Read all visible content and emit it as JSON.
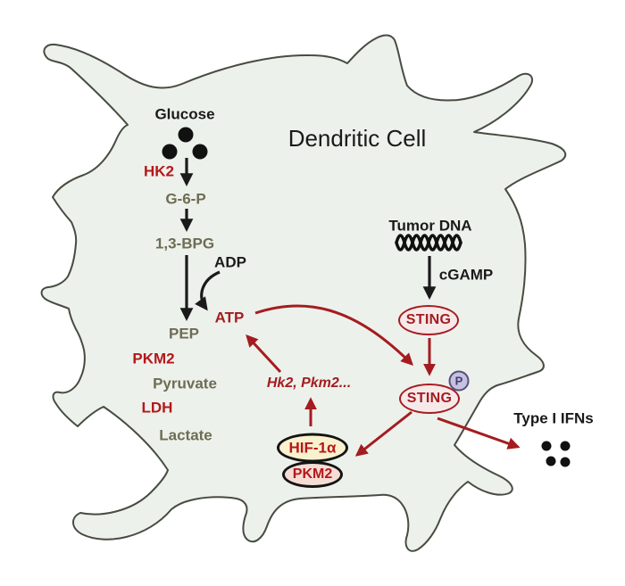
{
  "title": "Dendritic Cell",
  "glycolysis": {
    "glucose": "Glucose",
    "hk2": "HK2",
    "g6p": "G-6-P",
    "bpg": "1,3-BPG",
    "adp": "ADP",
    "atp": "ATP",
    "pep": "PEP",
    "pkm2": "PKM2",
    "pyruvate": "Pyruvate",
    "ldh": "LDH",
    "lactate": "Lactate"
  },
  "sting_pathway": {
    "tumor_dna": "Tumor DNA",
    "cgamp": "cGAMP",
    "sting": "STING",
    "phospho": "P",
    "type1_ifns": "Type I IFNs"
  },
  "transcription": {
    "hif1a": "HIF-1α",
    "pkm2_complex": "PKM2",
    "target_genes": "Hk2, Pkm2..."
  },
  "icons": {
    "glucose_molecules": "three-black-dots",
    "dna_helix": "squiggle-double-helix",
    "ifn_molecules": "four-black-dots"
  },
  "colors": {
    "cell_fill": "#edf1eb",
    "cell_outline": "#474c41",
    "pathway_red": "#a41c20",
    "enzyme_red": "#b5171b",
    "metabolite_olive": "#6d6d54",
    "text_black": "#1a1a1a",
    "sting_fill": "#f6e9e9",
    "hif_fill": "#faf2ce",
    "pkm2_fill": "#f6ddd4",
    "phospho_fill": "#c7c0e1",
    "phospho_border": "#54507c"
  }
}
